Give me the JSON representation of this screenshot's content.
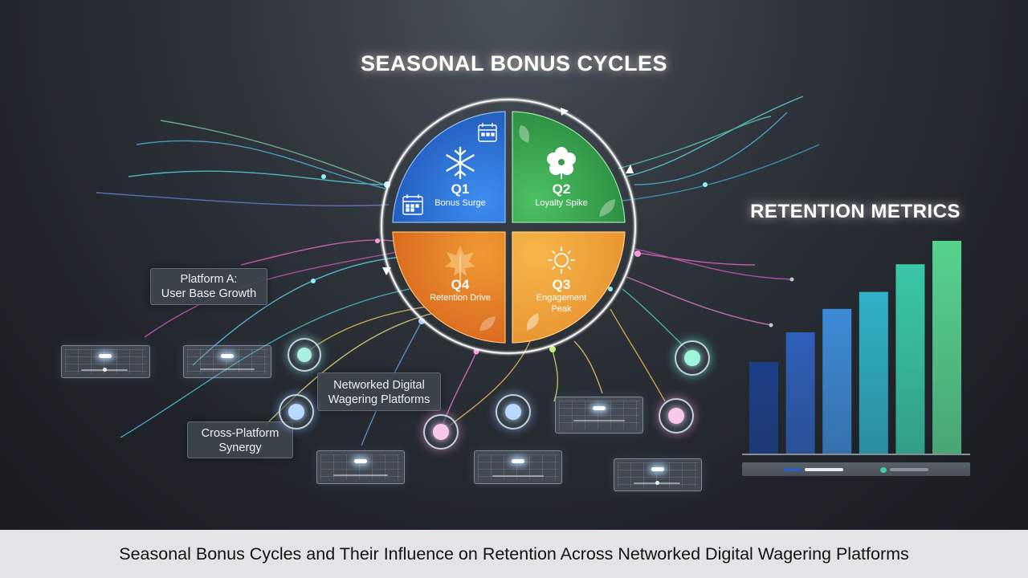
{
  "title": "SEASONAL BONUS CYCLES",
  "quadrants": [
    {
      "code": "Q1",
      "label": "Bonus Surge",
      "icon": "snowflake-icon",
      "color": "#2c74d8"
    },
    {
      "code": "Q2",
      "label": "Loyalty Spike",
      "icon": "flower-icon",
      "color": "#3caa4e"
    },
    {
      "code": "Q3",
      "label_lines": [
        "Engagement",
        "Peak"
      ],
      "icon": "sun-icon",
      "color": "#f0a63a"
    },
    {
      "code": "Q4",
      "label": "Retention Drive",
      "icon": "maple-leaf-icon",
      "color": "#e9852a"
    }
  ],
  "labels": {
    "platform_a": [
      "Platform A:",
      "User Base Growth"
    ],
    "networked": [
      "Networked Digital",
      "Wagering Platforms"
    ],
    "synergy": [
      "Cross-Platform",
      "Synergy"
    ]
  },
  "retention": {
    "title": "RETENTION METRICS",
    "legend_colors": [
      "#2a5fc4",
      "#e6ecf2",
      "#3fd0a8",
      "#8a929c"
    ]
  },
  "chart_data": {
    "type": "bar",
    "title": "RETENTION METRICS",
    "categories": [
      "",
      "",
      "",
      "",
      "",
      ""
    ],
    "values": [
      43,
      57,
      68,
      76,
      89,
      100
    ],
    "ylim": [
      0,
      100
    ],
    "colors": [
      "#1b3f88",
      "#2e5fb8",
      "#3d8ad6",
      "#2fb1c6",
      "#39c8a5",
      "#57d28e"
    ],
    "grid": false
  },
  "caption": "Seasonal Bonus Cycles and Their Influence on Retention Across Networked Digital Wagering Platforms"
}
